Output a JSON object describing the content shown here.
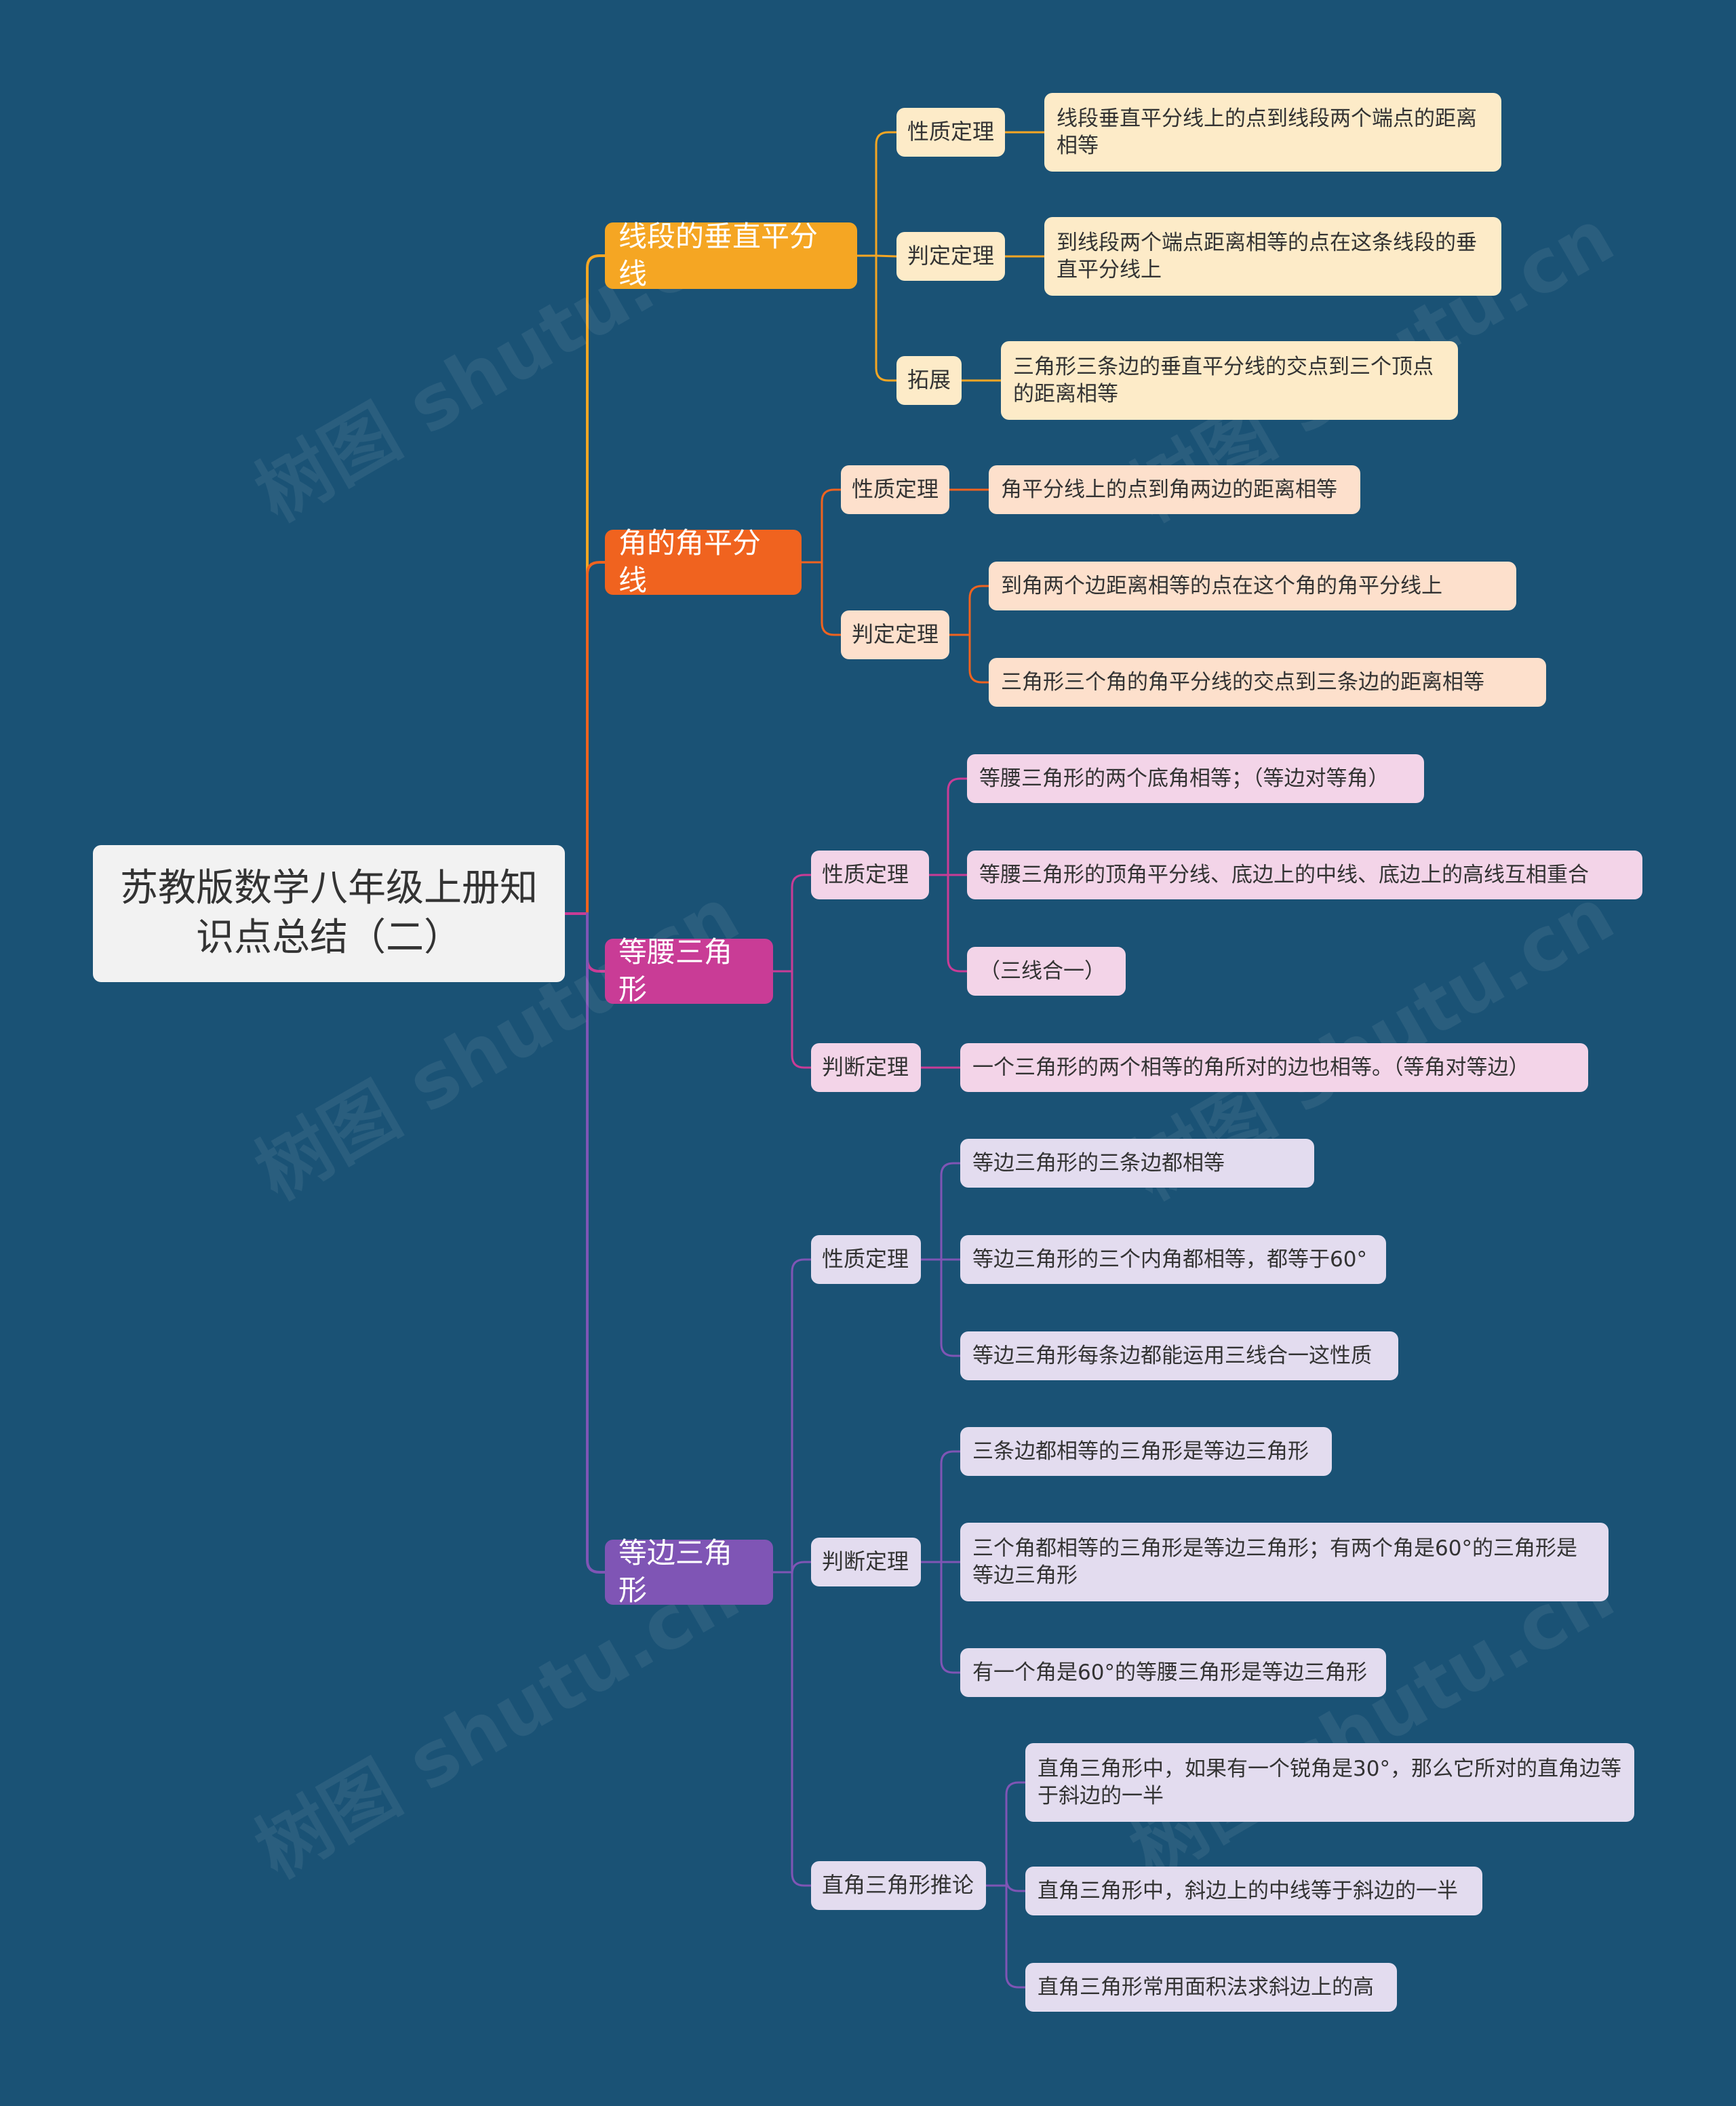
{
  "colors": {
    "background": "#1a5275",
    "branch1": "#f5a623",
    "branch1_light": "#fdebc8",
    "branch2": "#f0631f",
    "branch2_light": "#fde0cc",
    "branch3": "#c93c96",
    "branch3_light": "#f3d4e8",
    "branch4": "#7f55b5",
    "branch4_light": "#e3dcef"
  },
  "root": {
    "text": "苏教版数学八年级上册知识点总结（二）"
  },
  "branches": [
    {
      "label": "线段的垂直平分线",
      "children": [
        {
          "label": "性质定理",
          "leaves": [
            "线段垂直平分线上的点到线段两个端点的距离相等"
          ]
        },
        {
          "label": "判定定理",
          "leaves": [
            "到线段两个端点距离相等的点在这条线段的垂直平分线上"
          ]
        },
        {
          "label": "拓展",
          "leaves": [
            "三角形三条边的垂直平分线的交点到三个顶点的距离相等"
          ]
        }
      ]
    },
    {
      "label": "角的角平分线",
      "children": [
        {
          "label": "性质定理",
          "leaves": [
            "角平分线上的点到角两边的距离相等"
          ]
        },
        {
          "label": "判定定理",
          "leaves": [
            "到角两个边距离相等的点在这个角的角平分线上",
            "三角形三个角的角平分线的交点到三条边的距离相等"
          ]
        }
      ]
    },
    {
      "label": "等腰三角形",
      "children": [
        {
          "label": "性质定理",
          "leaves": [
            "等腰三角形的两个底角相等；（等边对等角）",
            "等腰三角形的顶角平分线、底边上的中线、底边上的高线互相重合",
            "（三线合一）"
          ]
        },
        {
          "label": "判断定理",
          "leaves": [
            "一个三角形的两个相等的角所对的边也相等。（等角对等边）"
          ]
        }
      ]
    },
    {
      "label": "等边三角形",
      "children": [
        {
          "label": "性质定理",
          "leaves": [
            "等边三角形的三条边都相等",
            "等边三角形的三个内角都相等，都等于60°",
            "等边三角形每条边都能运用三线合一这性质"
          ]
        },
        {
          "label": "判断定理",
          "leaves": [
            "三条边都相等的三角形是等边三角形",
            "三个角都相等的三角形是等边三角形；有两个角是60°的三角形是等边三角形",
            "有一个角是60°的等腰三角形是等边三角形"
          ]
        },
        {
          "label": "直角三角形推论",
          "leaves": [
            "直角三角形中，如果有一个锐角是30°，那么它所对的直角边等于斜边的一半",
            "直角三角形中，斜边上的中线等于斜边的一半",
            "直角三角形常用面积法求斜边上的高"
          ]
        }
      ]
    }
  ],
  "watermark": "树图 shutu.cn"
}
